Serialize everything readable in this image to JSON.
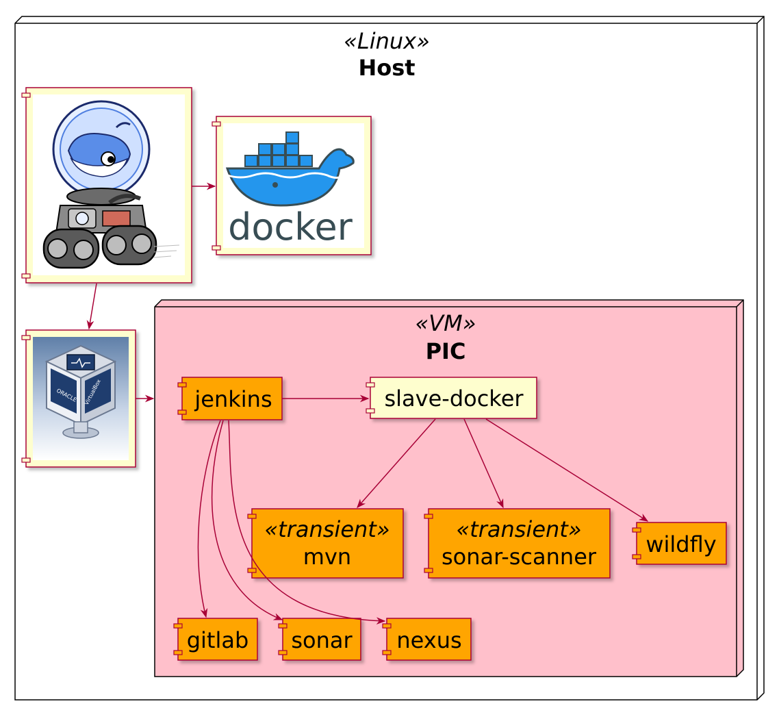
{
  "host": {
    "stereotype": "«Linux»",
    "title": "Host"
  },
  "vm": {
    "stereotype": "«VM»",
    "title": "PIC"
  },
  "components": {
    "jenkins": "jenkins",
    "slave_docker": "slave-docker",
    "mvn": {
      "stereotype": "«transient»",
      "label": "mvn"
    },
    "sonar_scanner": {
      "stereotype": "«transient»",
      "label": "sonar-scanner"
    },
    "wildfly": "wildfly",
    "gitlab": "gitlab",
    "sonar": "sonar",
    "nexus": "nexus"
  },
  "images": {
    "docker_logo_text": "docker",
    "docker_machine_icon": "docker-machine-robot-icon",
    "virtualbox_icon": "virtualbox-icon",
    "virtualbox_text_oracle": "ORACLE",
    "virtualbox_text_vbox": "VirtualBox"
  },
  "colors": {
    "orange": "#ffa500",
    "pink": "#ffc0cb",
    "ivory": "#fefece",
    "border": "#a80036",
    "arrow": "#a80036",
    "docker_blue": "#2496ed",
    "docker_dark": "#384d54"
  }
}
